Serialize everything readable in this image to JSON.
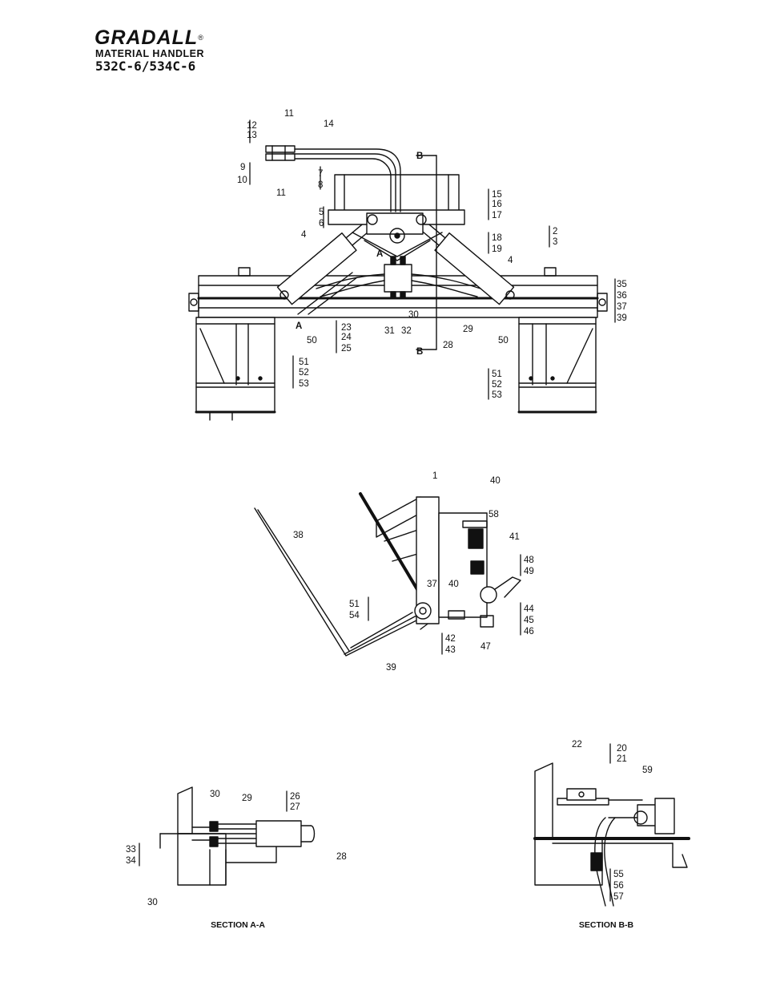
{
  "header": {
    "brand": "GRADALL",
    "registered": "®",
    "product": "MATERIAL HANDLER",
    "models": "532C-6/534C-6"
  },
  "top_view": {
    "labels": [
      "11",
      "12",
      "13",
      "14",
      "9",
      "10",
      "11",
      "B",
      "7",
      "8",
      "5",
      "6",
      "15",
      "16",
      "17",
      "18",
      "19",
      "2",
      "3",
      "4",
      "4",
      "A",
      "A",
      "30",
      "28",
      "29",
      "31",
      "32",
      "23",
      "24",
      "25",
      "B",
      "50",
      "50",
      "51",
      "52",
      "53",
      "51",
      "52",
      "53",
      "35",
      "36",
      "37",
      "39"
    ]
  },
  "side_view": {
    "labels": [
      "1",
      "40",
      "58",
      "41",
      "38",
      "48",
      "49",
      "37",
      "40",
      "51",
      "54",
      "44",
      "45",
      "46",
      "42",
      "43",
      "47",
      "39"
    ]
  },
  "section_aa": {
    "caption": "SECTION A-A",
    "labels": [
      "30",
      "29",
      "26",
      "27",
      "33",
      "34",
      "28",
      "30"
    ]
  },
  "section_bb": {
    "caption": "SECTION B-B",
    "labels": [
      "22",
      "20",
      "21",
      "59",
      "55",
      "56",
      "57"
    ]
  }
}
